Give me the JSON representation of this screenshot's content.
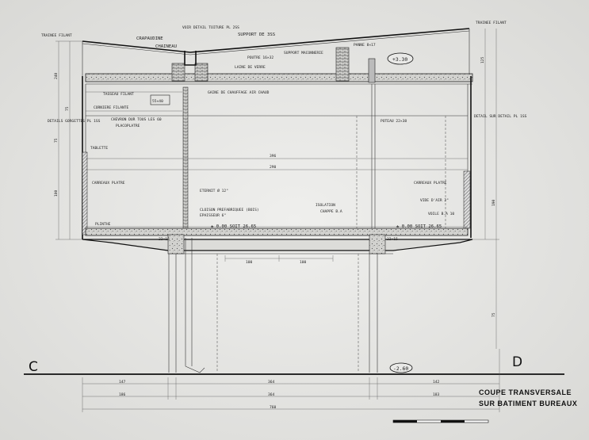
{
  "drawing": {
    "title_line1": "COUPE TRANSVERSALE",
    "title_line2": "SUR BATIMENT BUREAUX",
    "section_left": "C",
    "section_right": "D",
    "level_ground": "-2.60",
    "level_roof": "+3.30",
    "level_floor": "± 0.00 SOIT 26.65",
    "level_floor_left": "± 0.00 SOIT 26.65"
  },
  "labels": {
    "voir_detail": "VOIR DETAIL TOITURE PL 2SS",
    "crapaudine": "CRAPAUDINE",
    "chaineau": "CHAINEAU",
    "support_de": "SUPPORT DE 3SS",
    "panne": "PANNE 8×17",
    "poutre": "POUTRE 16×32",
    "support_maconnerie": "SUPPORT MACONNERIE",
    "laine_de_verre": "LAINE DE VERRE",
    "gaine": "GAINE DE CHAUFFAGE AIR CHAUD",
    "tasseau": "TASSEAU FILANT",
    "corniere": "CORNIERE FILANTE",
    "chevron": "CHEVRON DUR TOUS LES 60",
    "placoplatre": "PLACOPLATRE",
    "poteau": "POTEAU 22×38",
    "tablette": "TABLETTE",
    "carreaux_left": "CARREAUX PLATRE",
    "carreaux_right": "CARREAUX PLATRE",
    "vide_air": "VIDE D'AIR 2\"",
    "voile": "VOILE B.A 10",
    "eternit": "ETERNIT Ø 12\"",
    "cloison": "CLOISON PREFABRIQUEE (BOIS)",
    "epaisseur": "EPAISSEUR 6\"",
    "isolation": "ISOLATION",
    "chape": "CHAPPE B.A",
    "plinthe": "PLINTHE",
    "beam_left": "22×15",
    "beam_right": "22×15",
    "detail_left": "DETAILS GORGETTES PL 1SS",
    "detail_right": "DETAIL SUR DETAIL PL 1SS",
    "trainee_left": "TRAINEE FILANT",
    "trainee_right": "TRAINEE FILANT",
    "small_box": "55×40"
  },
  "dimensions": {
    "dim_row1": [
      "147",
      "364",
      "142"
    ],
    "dim_row2": [
      "186",
      "364",
      "183"
    ],
    "dim_total": "760",
    "dim_inner": "396",
    "dim_inner2": "290",
    "dim_slab": [
      "100",
      "100"
    ],
    "dim_left_vertical": [
      "240",
      "75",
      "100",
      "75"
    ],
    "dim_right_vertical": [
      "125",
      "190",
      "75"
    ]
  }
}
